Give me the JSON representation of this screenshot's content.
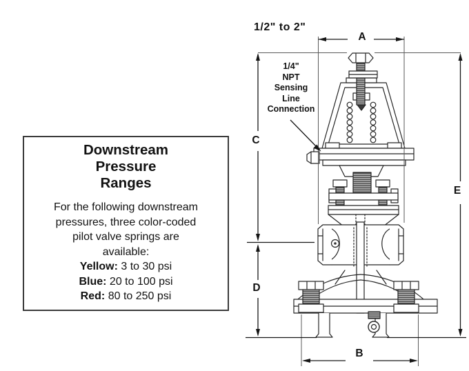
{
  "info_box": {
    "title_lines": [
      "Downstream",
      "Pressure",
      "Ranges"
    ],
    "body_lines": [
      "For the following downstream",
      "pressures, three color-coded",
      "pilot valve springs are",
      "available:"
    ],
    "springs": [
      {
        "label": "Yellow:",
        "range": "3 to 30 psi"
      },
      {
        "label": "Blue:",
        "range": "20 to 100 psi"
      },
      {
        "label": "Red:",
        "range": "80 to 250 psi"
      }
    ]
  },
  "diagram": {
    "size_range_label": "1/2\" to 2\"",
    "callout_lines": [
      "1/4\"",
      "NPT",
      "Sensing",
      "Line",
      "Connection"
    ],
    "dimensions": {
      "a": "A",
      "b": "B",
      "c": "C",
      "d": "D",
      "e": "E"
    },
    "ink_color": "#1a1a1a"
  }
}
